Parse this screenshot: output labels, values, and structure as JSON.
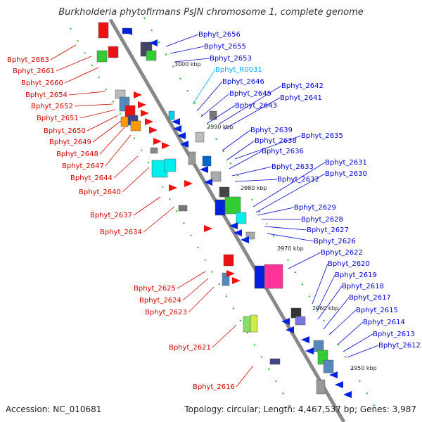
{
  "title": "Burkholderia phytofirmans PsJN chromosome 1, complete genome",
  "footer": {
    "accession": "Accession: NC_010681",
    "topology": "Topology: circular; Length: 4,467,537 bp; Genes: 3,987"
  },
  "colors": {
    "backbone": "#888888",
    "left_label": "#cc0000",
    "right_label": "#0000cc",
    "rna_label": "#00aaff",
    "tick": "#33aa33"
  },
  "scale_labels": [
    "3000 kbp",
    "2990 kbp",
    "2980 kbp",
    "2970 kbp",
    "2960 kbp",
    "2950 kbp"
  ],
  "left_labels": [
    "Bphyt_2663",
    "Bphyt_2661",
    "Bphyt_2660",
    "Bphyt_2654",
    "Bphyt_2652",
    "Bphyt_2651",
    "Bphyt_2650",
    "Bphyt_2649",
    "Bphyt_2648",
    "Bphyt_2647",
    "Bphyt_2644",
    "Bphyt_2640",
    "Bphyt_2637",
    "Bphyt_2634",
    "Bphyt_2625",
    "Bphyt_2624",
    "Bphyt_2623",
    "Bphyt_2621",
    "Bphyt_2616"
  ],
  "right_labels": [
    "Bphyt_2656",
    "Bphyt_2655",
    "Bphyt_2653",
    "Bphyt_R0031",
    "Bphyt_2646",
    "Bphyt_2642",
    "Bphyt_2645",
    "Bphyt_2641",
    "Bphyt_2643",
    "Bphyt_2639",
    "Bphyt_2635",
    "Bphyt_2638",
    "Bphyt_2636",
    "Bphyt_2631",
    "Bphyt_2633",
    "Bphyt_2630",
    "Bphyt_2632",
    "Bphyt_2629",
    "Bphyt_2628",
    "Bphyt_2627",
    "Bphyt_2626",
    "Bphyt_2622",
    "Bphyt_2620",
    "Bphyt_2619",
    "Bphyt_2618",
    "Bphyt_2617",
    "Bphyt_2615",
    "Bphyt_2614",
    "Bphyt_2613",
    "Bphyt_2612"
  ]
}
